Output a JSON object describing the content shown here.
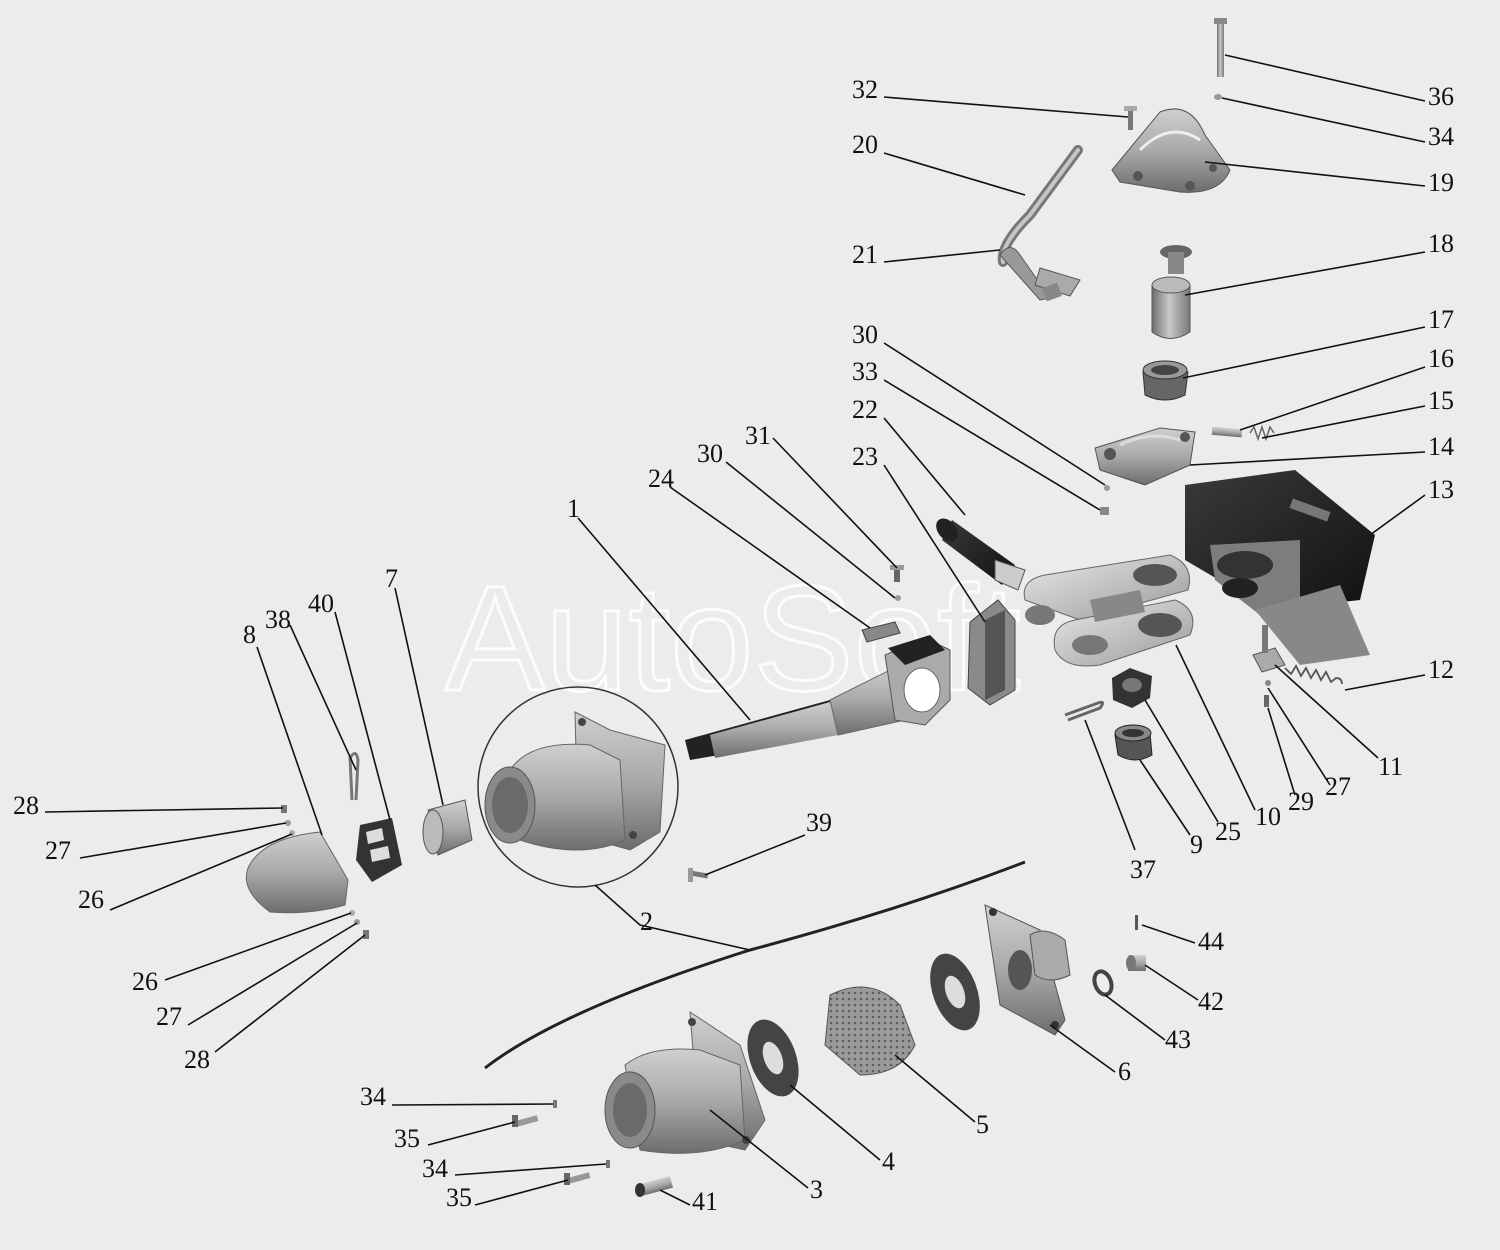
{
  "watermark": "AutoSoft",
  "callouts": [
    "1",
    "2",
    "3",
    "4",
    "5",
    "6",
    "7",
    "8",
    "9",
    "10",
    "11",
    "12",
    "13",
    "14",
    "15",
    "16",
    "17",
    "18",
    "19",
    "20",
    "21",
    "22",
    "23",
    "24",
    "25",
    "26",
    "27",
    "28",
    "29",
    "30",
    "31",
    "32",
    "33",
    "34",
    "35",
    "36",
    "37",
    "38",
    "39",
    "40",
    "41",
    "42",
    "43",
    "44"
  ]
}
